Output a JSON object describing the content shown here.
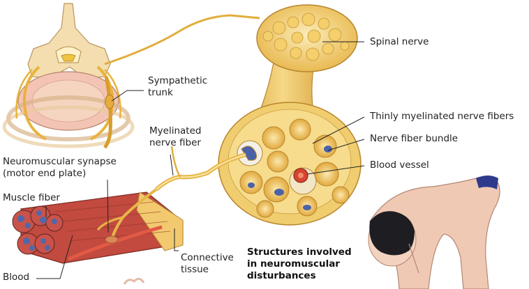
{
  "labels": {
    "spinal_nerve": "Spinal nerve",
    "sympathetic_trunk": "Sympathetic\ntrunk",
    "thin_myelinated": "Thinly myelinated nerve fibers",
    "myelinated_fiber": "Myelinated\nnerve fiber",
    "nerve_fiber_bundle": "Nerve fiber bundle",
    "neuromuscular_synapse": "Neuromuscular synapse\n(motor end plate)",
    "blood_vessel_right": "Blood vessel",
    "muscle_fiber": "Muscle fiber",
    "connective_tissue": "Connective\ntissue",
    "blood_left": "Blood"
  },
  "caption": "Structures involved\nin neuromuscular\ndisturbances",
  "colors": {
    "nerve_yellow": "#f2c95a",
    "nerve_light": "#fae6a6",
    "muscle_red": "#c24a3f",
    "muscle_blue": "#5168a8",
    "vessel_red": "#d6442f",
    "skin": "#f0c9b4",
    "hair": "#1e1e22",
    "leader": "#222222"
  }
}
